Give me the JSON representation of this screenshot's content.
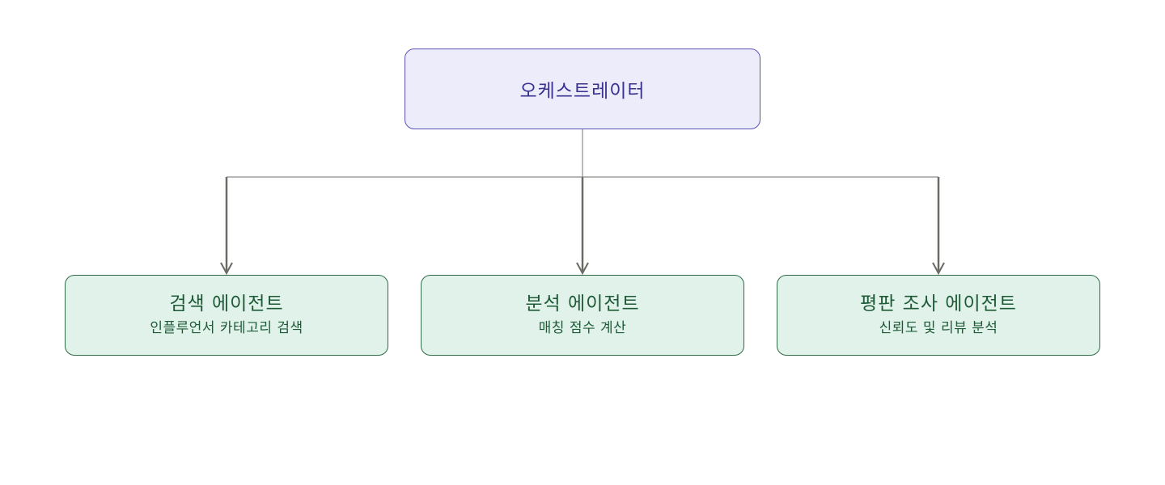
{
  "root": {
    "title": "오케스트레이터"
  },
  "agents": [
    {
      "title": "검색 에이전트",
      "subtitle": "인플루언서 카테고리 검색"
    },
    {
      "title": "분석 에이전트",
      "subtitle": "매칭 점수 계산"
    },
    {
      "title": "평판 조사 에이전트",
      "subtitle": "신뢰도 및 리뷰 분석"
    }
  ],
  "colors": {
    "root_fill": "#ececfb",
    "root_border": "#5b54b8",
    "agent_fill": "#e0f2ea",
    "agent_border": "#2f6b46",
    "connector": "#6b6b66"
  }
}
